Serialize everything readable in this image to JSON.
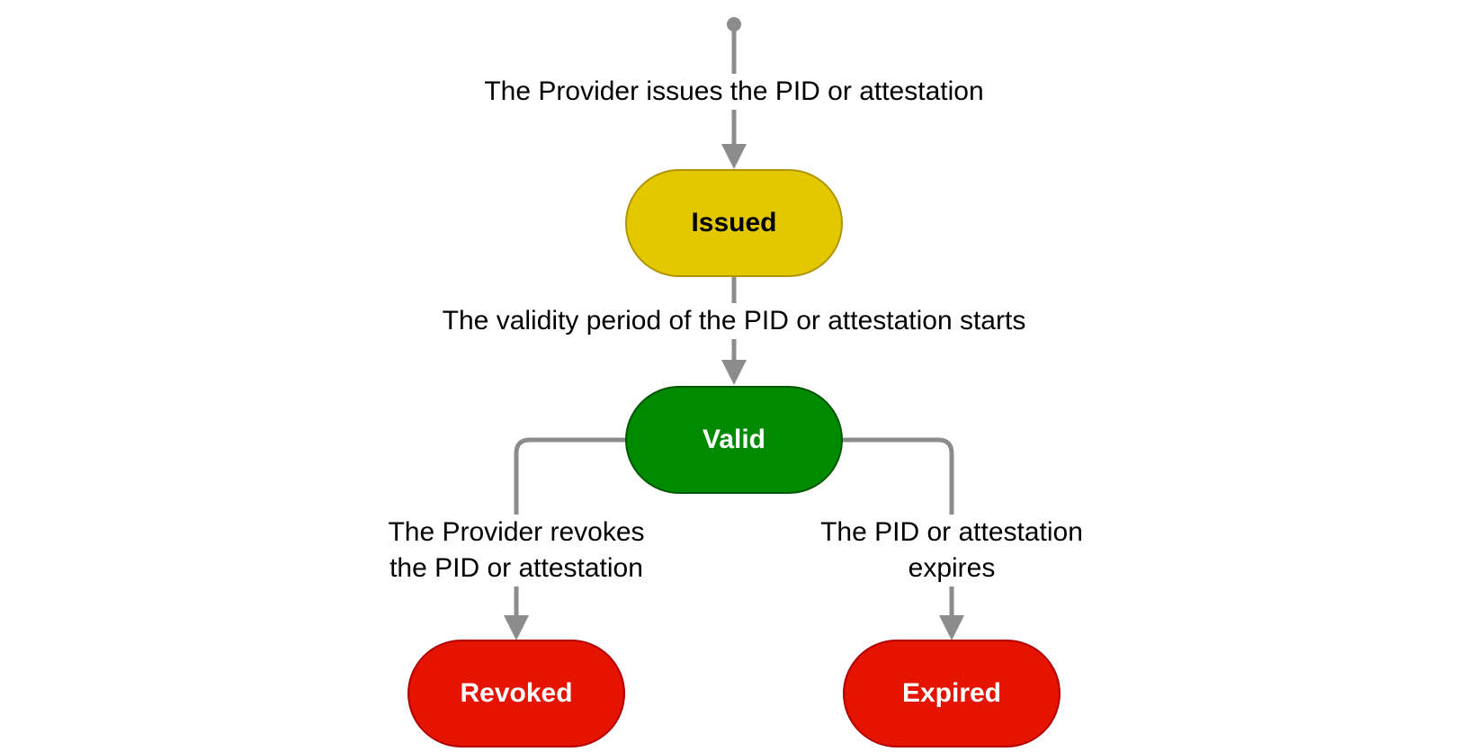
{
  "nodes": {
    "issued": {
      "label": "Issued",
      "fill": "#e3c800",
      "stroke": "#b09500",
      "text": "#000000"
    },
    "valid": {
      "label": "Valid",
      "fill": "#008a00",
      "stroke": "#005700",
      "text": "#ffffff"
    },
    "revoked": {
      "label": "Revoked",
      "fill": "#e51400",
      "stroke": "#b20000",
      "text": "#ffffff"
    },
    "expired": {
      "label": "Expired",
      "fill": "#e51400",
      "stroke": "#b20000",
      "text": "#ffffff"
    }
  },
  "edges": {
    "issue": {
      "label": "The Provider issues the PID or attestation"
    },
    "validity": {
      "label": "The validity period of the PID or attestation starts"
    },
    "revoke": {
      "line1": "The Provider revokes",
      "line2": "the PID or attestation"
    },
    "expire": {
      "line1": "The PID or attestation",
      "line2": "expires"
    }
  },
  "colors": {
    "connector": "#8c8c8c",
    "background": "#ffffff"
  }
}
